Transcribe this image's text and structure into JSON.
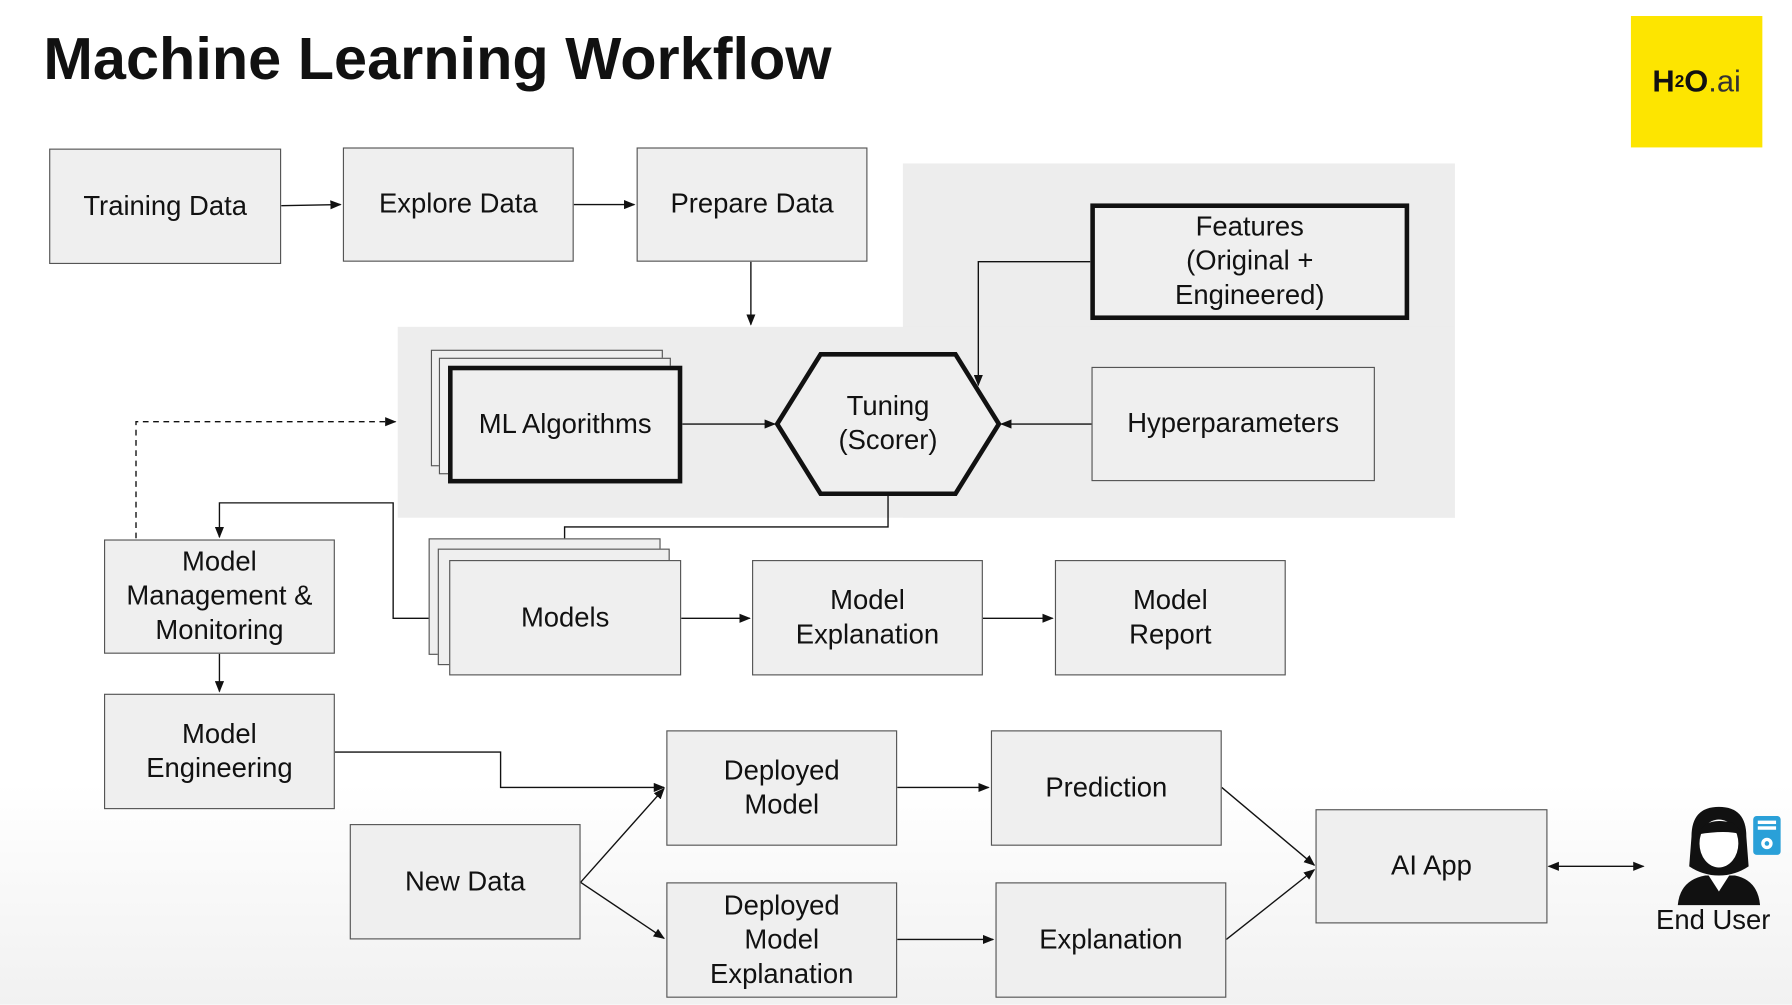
{
  "title": "Machine Learning Workflow",
  "logo": {
    "h2o_main": "H",
    "h2o_sub": "2",
    "h2o_tail": "O",
    "ai": ".ai"
  },
  "nodes": {
    "training_data": "Training Data",
    "explore_data": "Explore Data",
    "prepare_data": "Prepare Data",
    "features": "Features\n(Original +\nEngineered)",
    "ml_algorithms": "ML Algorithms",
    "tuning": "Tuning\n(Scorer)",
    "hyperparameters": "Hyperparameters",
    "model_management": "Model\nManagement &\nMonitoring",
    "models": "Models",
    "model_explanation": "Model\nExplanation",
    "model_report": "Model\nReport",
    "model_engineering": "Model\nEngineering",
    "deployed_model": "Deployed\nModel",
    "prediction": "Prediction",
    "new_data": "New Data",
    "ai_app": "AI App",
    "deployed_model_explanation": "Deployed\nModel\nExplanation",
    "explanation": "Explanation",
    "end_user": "End User"
  },
  "colors": {
    "logo_bg": "#fde500",
    "box_fill": "#efefef",
    "region_fill": "#ededed",
    "icon_blue": "#2aa0d8"
  },
  "icons": {
    "end_user": "person-icon",
    "device": "device-settings-icon"
  }
}
